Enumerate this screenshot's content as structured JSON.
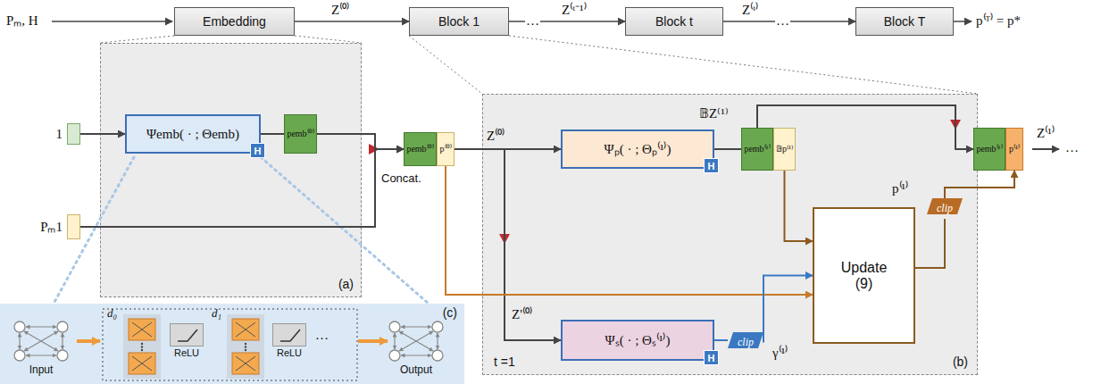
{
  "diagram": {
    "nodes": [
      {
        "text": [
          "Embedding"
        ]
      },
      {
        "text": [
          "Block 1"
        ]
      },
      {
        "text": [
          "Block t"
        ]
      },
      {
        "text": [
          "Block T"
        ]
      },
      {
        "text": [
          "1"
        ]
      },
      {
        "text": [
          "Pₘ1"
        ]
      },
      {
        "text": [
          "(a)"
        ]
      },
      {
        "text": [
          "Ψemb( · ; Θemb)"
        ],
        "in": 6
      },
      {
        "text": [
          "H"
        ],
        "in": 7
      },
      {
        "text": [
          "pemb⁽⁰⁾"
        ],
        "in": 6
      },
      {
        "text": [
          "pemb⁽⁰⁾"
        ]
      },
      {
        "text": [
          "p⁽⁰⁾"
        ]
      },
      {
        "text": [
          "(b)",
          "t =1"
        ]
      },
      {
        "text": [
          "Ψₚ( · ; Θₚ⁽¹⁾)"
        ],
        "in": 12
      },
      {
        "text": [
          "H"
        ],
        "in": 13
      },
      {
        "text": [
          "pemb⁽¹⁾"
        ],
        "in": 12
      },
      {
        "text": [
          "𝔹p⁽¹⁾"
        ],
        "in": 12
      },
      {
        "text": [
          "Ψₛ( · ; Θₛ⁽¹⁾)"
        ],
        "in": 12
      },
      {
        "text": [
          "H"
        ],
        "in": 17
      },
      {
        "text": [
          "clip"
        ],
        "in": 12
      },
      {
        "text": [
          "Update",
          "(9)"
        ],
        "in": 12
      },
      {
        "text": [
          "clip"
        ],
        "in": 12
      },
      {
        "text": [
          "pemb⁽¹⁾"
        ]
      },
      {
        "text": [
          "p⁽¹⁾"
        ]
      },
      {
        "text": [
          "(c)"
        ]
      },
      {
        "text": [
          "ReLU"
        ],
        "in": 24
      },
      {
        "text": [
          "ReLU"
        ],
        "in": 24
      }
    ],
    "edges": [
      {
        "from": 0,
        "to": 1,
        "arrow": "to",
        "label": "Z⁽⁰⁾"
      },
      {
        "from": 1,
        "to": 2,
        "arrow": "to",
        "label": "Z⁽ᵗ⁻¹⁾"
      },
      {
        "from": 2,
        "to": 3,
        "arrow": "to",
        "label": "Z⁽ᵗ⁾"
      },
      {
        "from": 4,
        "to": 7,
        "arrow": "to"
      },
      {
        "from": 7,
        "to": 9,
        "arrow": "none"
      },
      {
        "from": 9,
        "to": 10,
        "arrow": "to"
      },
      {
        "from": 5,
        "to": 10,
        "arrow": "to"
      },
      {
        "from": 11,
        "to": 13,
        "arrow": "to",
        "label": "Z⁽⁰⁾"
      },
      {
        "from": 11,
        "to": 17,
        "arrow": "to",
        "label": "Z'⁽⁰⁾"
      },
      {
        "from": 13,
        "to": 15,
        "arrow": "none"
      },
      {
        "from": 11,
        "to": 20,
        "arrow": "to"
      },
      {
        "from": 16,
        "to": 20,
        "arrow": "to"
      },
      {
        "from": 17,
        "to": 19,
        "arrow": "none"
      },
      {
        "from": 19,
        "to": 20,
        "arrow": "to",
        "label": "γ⁽¹⁾"
      },
      {
        "from": 20,
        "to": 21,
        "arrow": "none"
      },
      {
        "from": 21,
        "to": 23,
        "arrow": "to"
      },
      {
        "from": 15,
        "to": 22,
        "arrow": "to"
      }
    ],
    "labels": [
      "Pₘ, H",
      "…",
      "…",
      "p⁽ᵀ⁾ = p*",
      "Concat.",
      "𝔹Z⁽¹⁾",
      "p⁽¹⁾",
      "Z⁽¹⁾",
      "…",
      "Input",
      "d₀",
      "d₁",
      "…",
      "Output"
    ]
  }
}
